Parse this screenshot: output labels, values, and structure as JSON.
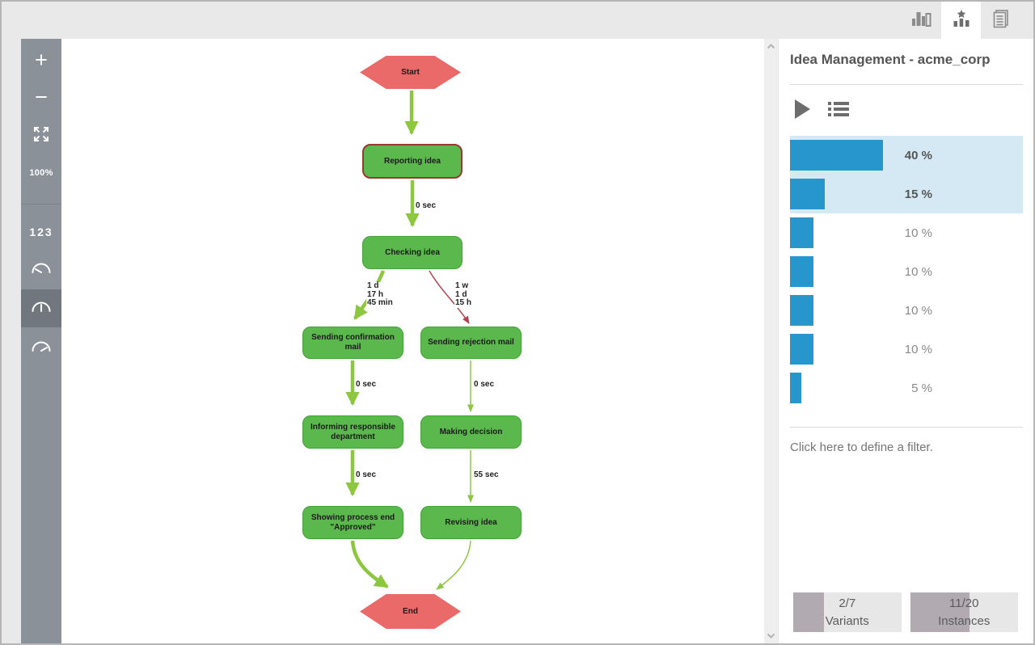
{
  "topbar": {
    "tabs": [
      {
        "id": "statistics",
        "icon": "bar-chart-icon",
        "selected": false
      },
      {
        "id": "variants",
        "icon": "variants-star-icon",
        "selected": true
      },
      {
        "id": "documents",
        "icon": "documents-icon",
        "selected": false
      }
    ]
  },
  "sidebar": {
    "zoom_in_label": "+",
    "zoom_out_label": "−",
    "zoom_level": "100%",
    "frequency_label": "123",
    "selected_item": "gauge-mid"
  },
  "diagram": {
    "nodes": [
      {
        "id": "start",
        "label": "Start",
        "type": "event"
      },
      {
        "id": "reporting-idea",
        "label": "Reporting idea",
        "type": "activity",
        "selected": true
      },
      {
        "id": "checking-idea",
        "label": "Checking idea",
        "type": "activity"
      },
      {
        "id": "sending-confirmation-mail",
        "label": "Sending confirmation mail",
        "type": "activity"
      },
      {
        "id": "sending-rejection-mail",
        "label": "Sending rejection mail",
        "type": "activity"
      },
      {
        "id": "informing-responsible-department",
        "label": "Informing responsible department",
        "type": "activity"
      },
      {
        "id": "making-decision",
        "label": "Making decision",
        "type": "activity"
      },
      {
        "id": "showing-process-end-approved",
        "label": "Showing process end \"Approved\"",
        "type": "activity"
      },
      {
        "id": "revising-idea",
        "label": "Revising idea",
        "type": "activity"
      },
      {
        "id": "end",
        "label": "End",
        "type": "event"
      }
    ],
    "edges": [
      {
        "from": "start",
        "to": "reporting-idea",
        "label": "",
        "style": "green-thick"
      },
      {
        "from": "reporting-idea",
        "to": "checking-idea",
        "label": "0 sec",
        "style": "green-thick"
      },
      {
        "from": "checking-idea",
        "to": "sending-confirmation-mail",
        "label": "1 d\n17 h\n45 min",
        "style": "green-thick"
      },
      {
        "from": "checking-idea",
        "to": "sending-rejection-mail",
        "label": "1 w\n1 d\n15 h",
        "style": "red-thin"
      },
      {
        "from": "sending-confirmation-mail",
        "to": "informing-responsible-department",
        "label": "0 sec",
        "style": "green-thick"
      },
      {
        "from": "sending-rejection-mail",
        "to": "making-decision",
        "label": "0 sec",
        "style": "green-thin"
      },
      {
        "from": "informing-responsible-department",
        "to": "showing-process-end-approved",
        "label": "0 sec",
        "style": "green-thick"
      },
      {
        "from": "making-decision",
        "to": "revising-idea",
        "label": "55 sec",
        "style": "green-thin"
      },
      {
        "from": "showing-process-end-approved",
        "to": "end",
        "label": "",
        "style": "green-thick"
      },
      {
        "from": "revising-idea",
        "to": "end",
        "label": "",
        "style": "green-thin"
      }
    ]
  },
  "right_panel": {
    "title": "Idea Management - acme_corp",
    "variant_bars": [
      {
        "label": "40 %",
        "pct": 40,
        "highlighted": true
      },
      {
        "label": "15 %",
        "pct": 15,
        "highlighted": true
      },
      {
        "label": "10 %",
        "pct": 10,
        "highlighted": false
      },
      {
        "label": "10 %",
        "pct": 10,
        "highlighted": false
      },
      {
        "label": "10 %",
        "pct": 10,
        "highlighted": false
      },
      {
        "label": "10 %",
        "pct": 10,
        "highlighted": false
      },
      {
        "label": "5 %",
        "pct": 5,
        "highlighted": false
      }
    ],
    "filter_prompt": "Click here to define a filter.",
    "counters": [
      {
        "value": "2/7",
        "label": "Variants",
        "fraction": 0.286
      },
      {
        "value": "11/20",
        "label": "Instances",
        "fraction": 0.55
      }
    ]
  },
  "colors": {
    "bar_blue": "#2796cc",
    "highlight_blue": "#d5e9f4",
    "activity_green": "#5bb84d",
    "event_red": "#ea6a6a",
    "edge_green": "#8dc63f",
    "edge_red": "#b5424e"
  }
}
